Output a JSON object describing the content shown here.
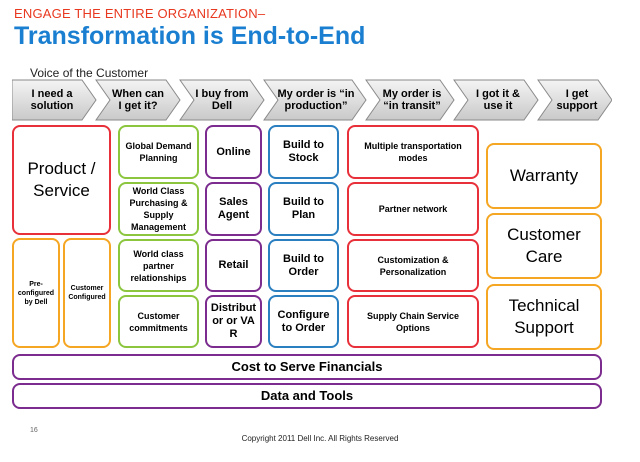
{
  "header": {
    "subtitle": "ENGAGE THE ENTIRE ORGANIZATION–",
    "title": "Transformation is End-to-End",
    "section_label": "Voice of the Customer"
  },
  "chevrons": [
    "I need a solution",
    "When can I get it?",
    "I buy from Dell",
    "My order is “in production”",
    "My order is “in transit”",
    "I got it & use it",
    "I get support"
  ],
  "columns": {
    "product": {
      "main": "Product / Service",
      "preconfigured": "Pre-configured by Dell",
      "customer_configured": "Customer Configured"
    },
    "planning": [
      "Global Demand Planning",
      "World Class Purchasing & Supply Management",
      "World class partner relationships",
      "Customer commitments"
    ],
    "channels": [
      "Online",
      "Sales Agent",
      "Retail",
      "Distributor or VAR"
    ],
    "build": [
      "Build to Stock",
      "Build to Plan",
      "Build to Order",
      "Configure to Order"
    ],
    "transit": [
      "Multiple transportation modes",
      "Partner network",
      "Customization & Personalization",
      "Supply Chain Service Options"
    ],
    "support": [
      "Warranty",
      "Customer Care",
      "Technical Support"
    ]
  },
  "bars": {
    "financials": "Cost to Serve Financials",
    "tools": "Data and Tools"
  },
  "footer": {
    "page_number": "16",
    "copyright": "Copyright 2011 Dell Inc. All Rights Reserved"
  },
  "colors": {
    "title_blue": "#1a7fd0",
    "subtitle_red": "#e8381f",
    "red": "#e8303a",
    "orange": "#f5a623",
    "green": "#8cc63f",
    "purple": "#7b2c8e",
    "blue": "#2a7fc0"
  }
}
